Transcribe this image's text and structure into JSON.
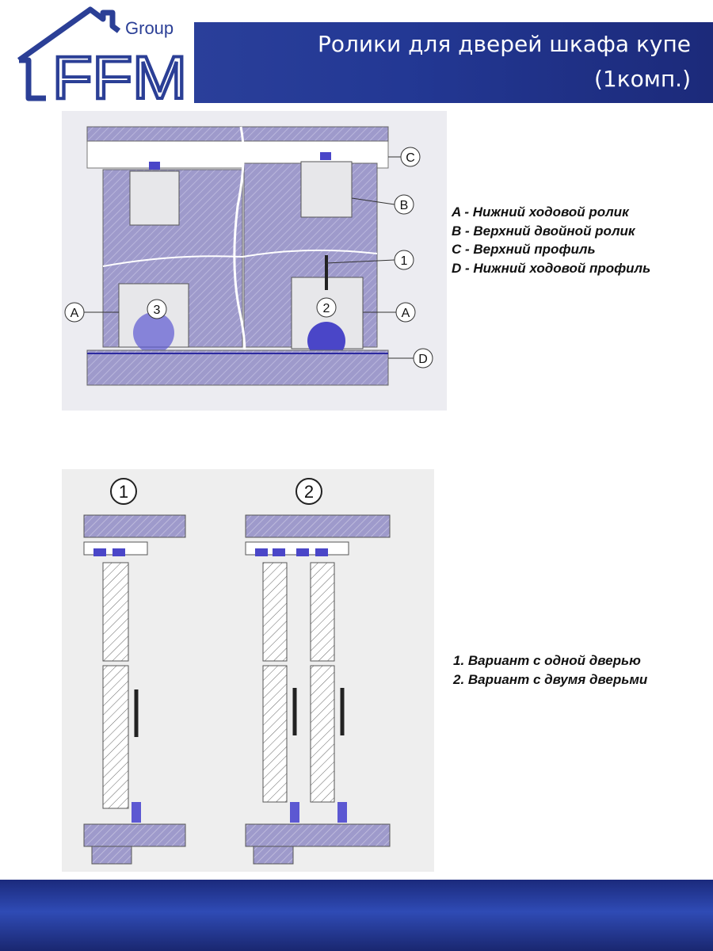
{
  "header": {
    "title_line1": "Ролики для дверей шкафа купе",
    "title_line2": "(1комп.)",
    "band_color": "#233894"
  },
  "logo": {
    "group_text": "Group",
    "brand_text": "FFM",
    "color": "#2b3f96"
  },
  "diagram_top": {
    "callouts": {
      "a": "A",
      "b": "B",
      "c": "C",
      "d": "D",
      "n1": "1",
      "n2": "2",
      "n3": "3"
    },
    "legend": [
      "A - Нижний ходовой ролик",
      "B - Верхний двойной ролик",
      "C - Верхний профиль",
      "D - Нижний ходовой профиль"
    ]
  },
  "diagram_bottom": {
    "variant_labels": [
      "1",
      "2"
    ],
    "legend": [
      "1. Вариант с одной дверью",
      "2. Вариант с двумя дверьми"
    ]
  },
  "colors": {
    "panel": "#9a96c8",
    "hatch": "#bdbadc",
    "roller": "#4a46c8",
    "footer": "#233894"
  }
}
